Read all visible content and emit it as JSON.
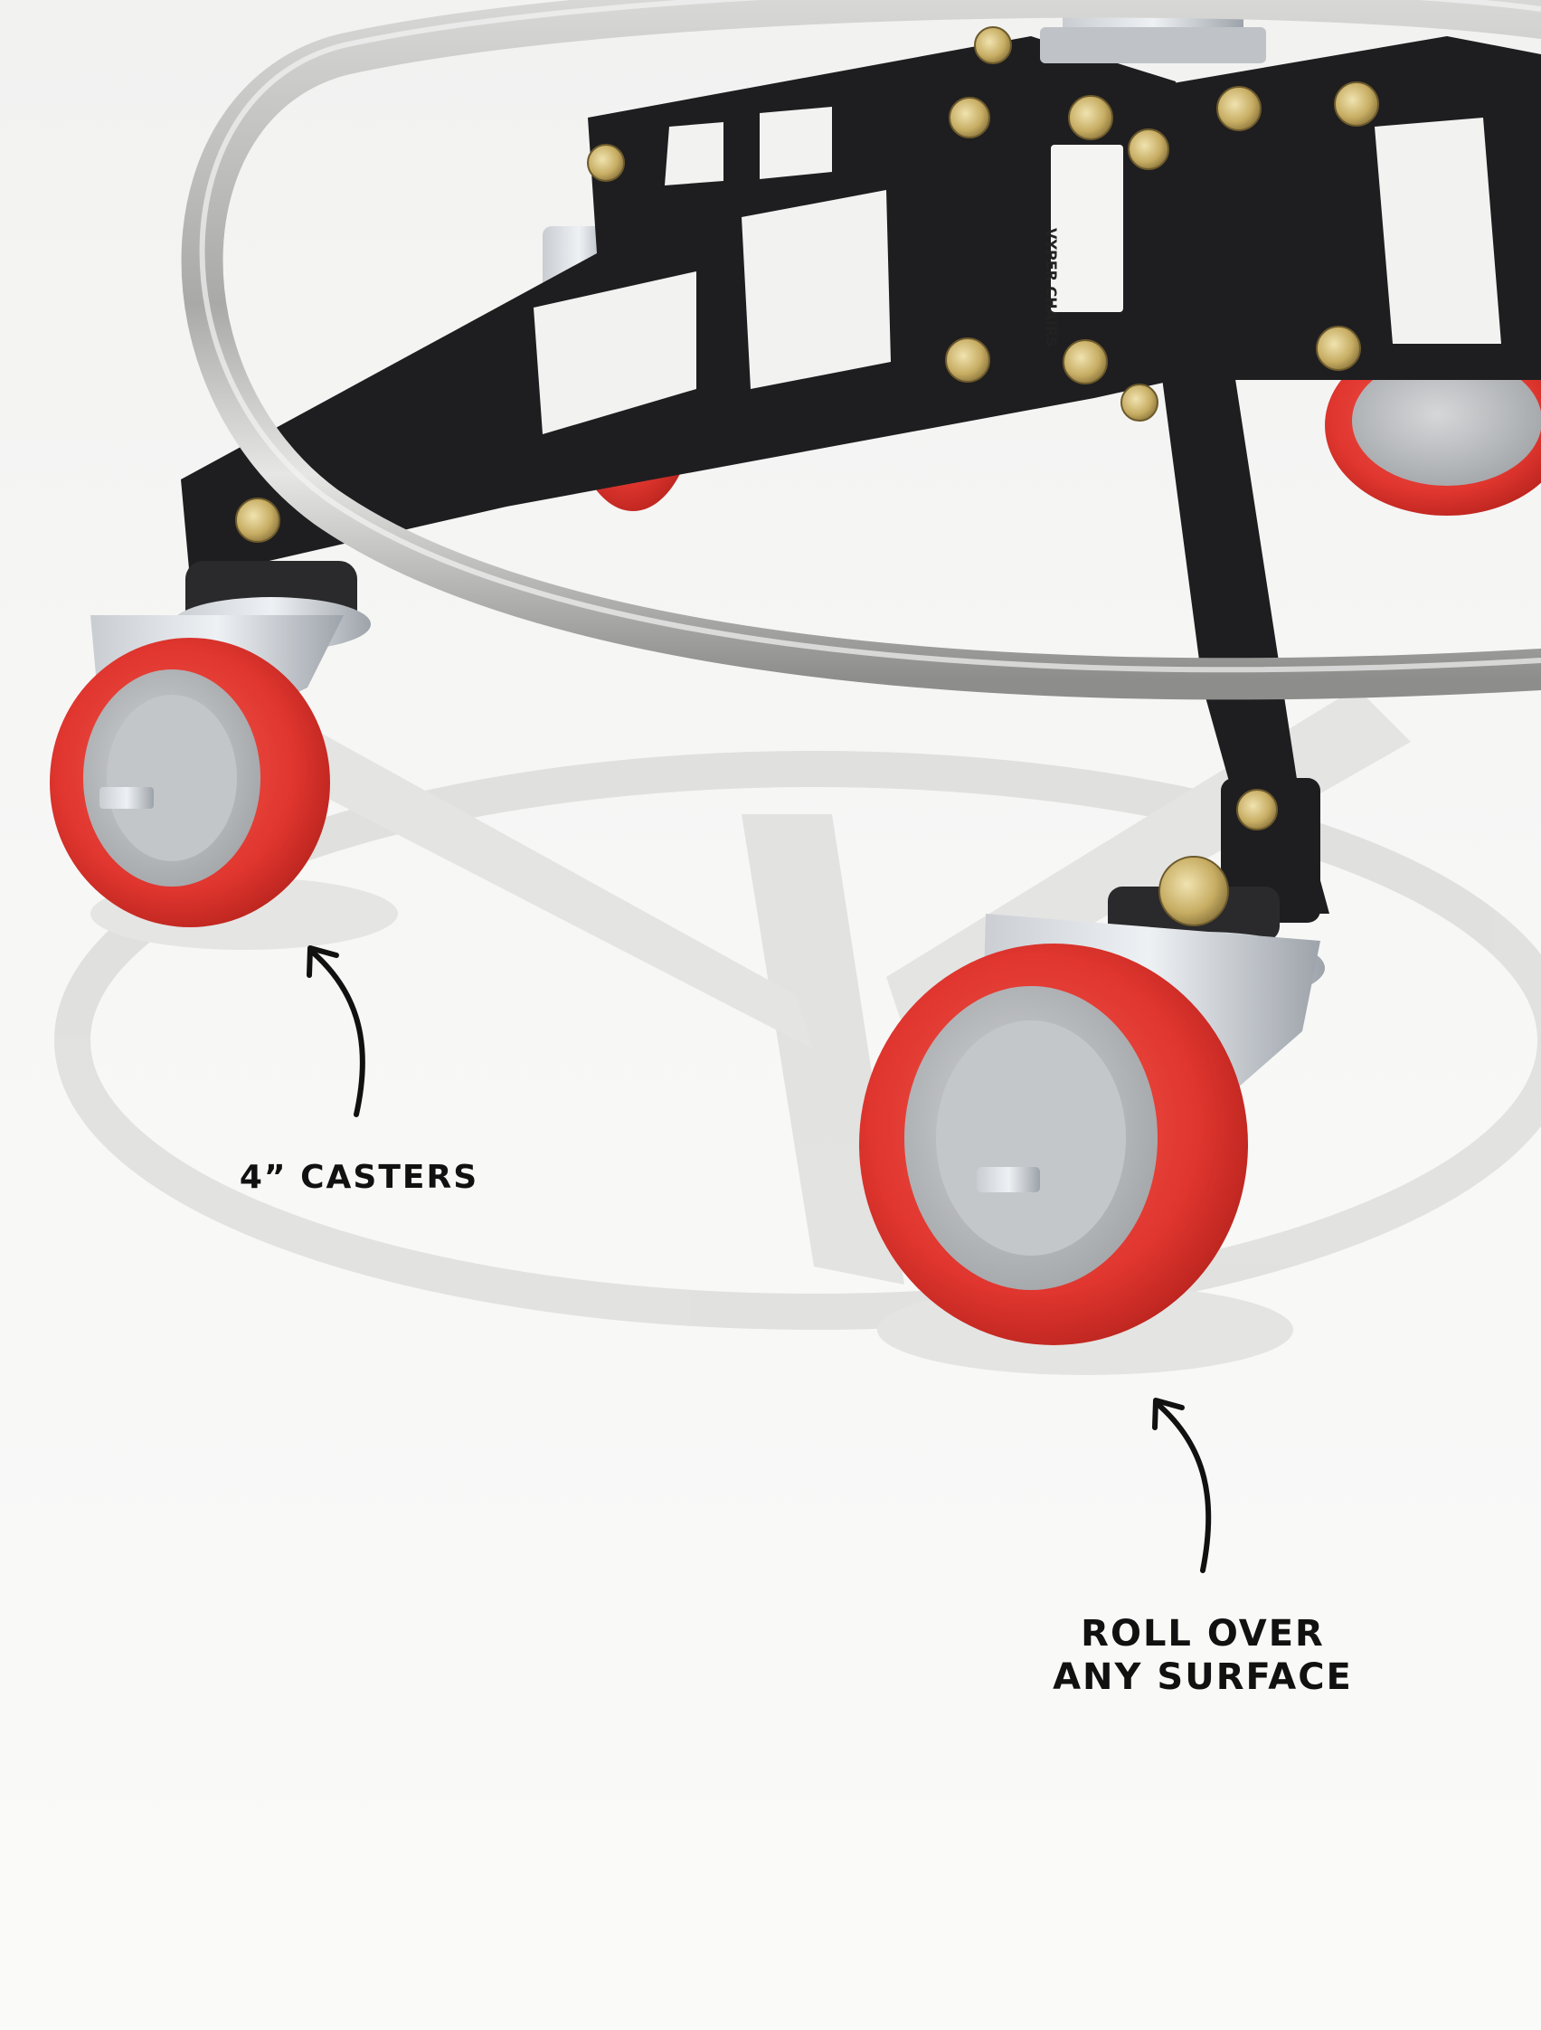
{
  "product": {
    "brand_plate_label": "VYPER CHAIRS",
    "colors": {
      "caster_red": "#e0362f",
      "frame_black": "#1e1e20",
      "ring_steel": "#b8b8b6",
      "background": "#f5f5f4"
    }
  },
  "callouts": {
    "casters": "4” CASTERS",
    "surface_line1": "ROLL OVER",
    "surface_line2": "ANY SURFACE"
  },
  "icons": {
    "arrow_casters": "curved-arrow-up-icon",
    "arrow_surface": "curved-arrow-up-icon"
  }
}
